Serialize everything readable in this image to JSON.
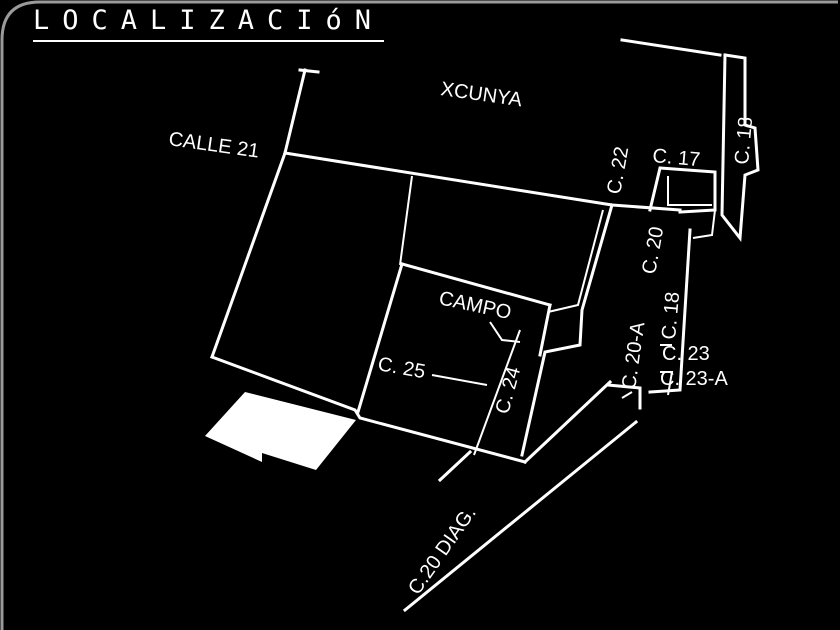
{
  "title": "LOCALIZACIóN",
  "labels": {
    "xcunya": "XCUNYA",
    "calle21": "CALLE 21",
    "c22": "C. 22",
    "c17": "C. 17",
    "c18_top": "C. 18",
    "c20": "C. 20",
    "c18_mid": "C. 18",
    "campo": "CAMPO",
    "c25": "C. 25",
    "c24": "C. 24",
    "c20a": "C. 20-A",
    "c23": "C. 23",
    "c23a": "C. 23-A",
    "c20diag": "C.20 DIAG."
  },
  "colors": {
    "background": "#000000",
    "lines": "#ffffff",
    "frame": "#9a9a9a"
  }
}
